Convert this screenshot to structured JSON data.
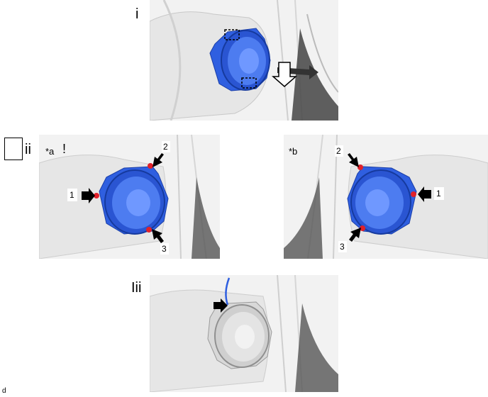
{
  "steps": {
    "i": "i",
    "ii": "ii",
    "iii": "Iii"
  },
  "views": {
    "a_tag": "*a",
    "a_mark": "!",
    "b_tag": "*b"
  },
  "callouts": {
    "a": [
      "1",
      "2",
      "3"
    ],
    "b": [
      "1",
      "2",
      "3"
    ]
  },
  "footer": "d",
  "colors": {
    "speaker_blue": "#2f5fe0",
    "clip_red": "#e0202a",
    "panel_grey": "#ececec"
  }
}
